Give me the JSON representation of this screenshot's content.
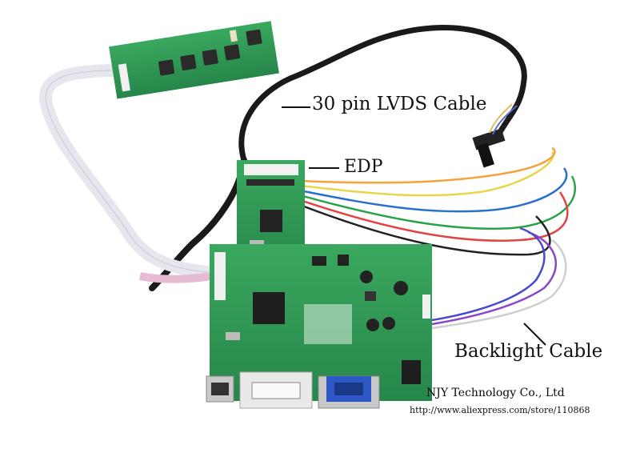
{
  "labels": {
    "lvds": "30 pin LVDS Cable",
    "edp": "EDP",
    "backlight": "Backlight Cable"
  },
  "watermark": {
    "company": "NJY Technology Co., Ltd",
    "url": "http://www.aliexpress.com/store/110868"
  },
  "colors": {
    "pcb": "#2e9a52",
    "pcb_dark": "#1f7a3e",
    "cable": "#1a1a1a",
    "ribbon": "#e8e8ee",
    "background": "#ffffff"
  }
}
